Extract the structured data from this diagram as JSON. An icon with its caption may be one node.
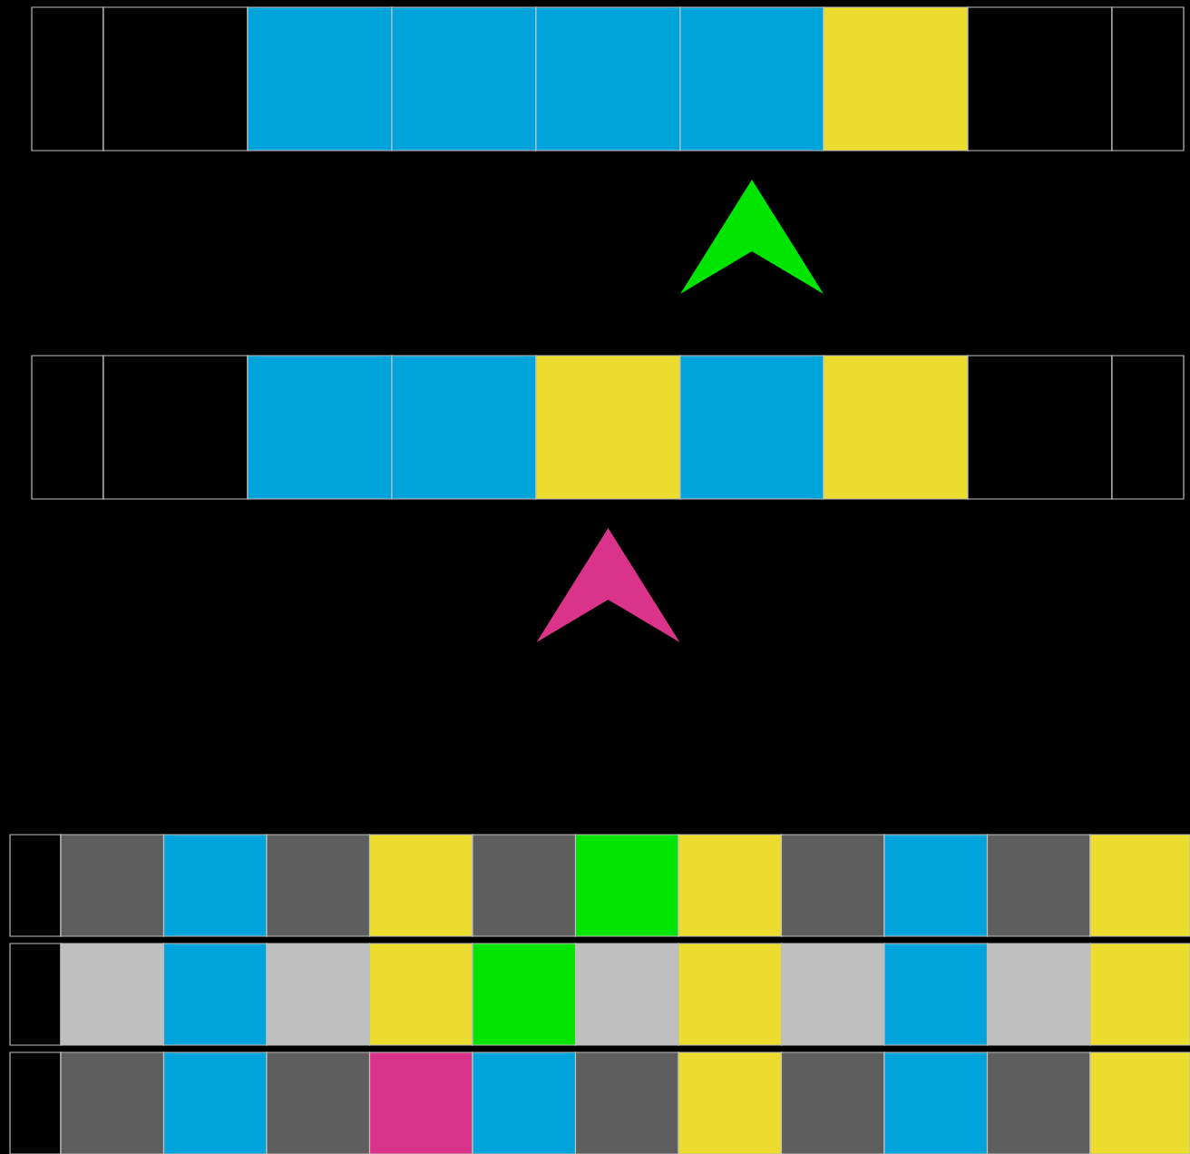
{
  "diagram": {
    "nodes": [
      {
        "text": [],
        "shape": "box"
      },
      {
        "text": [],
        "shape": "box"
      },
      {
        "text": [],
        "shape": "box"
      },
      {
        "text": [],
        "shape": "box"
      },
      {
        "text": [],
        "shape": "box"
      },
      {
        "text": [],
        "shape": "box"
      },
      {
        "text": [],
        "shape": "box"
      },
      {
        "text": [],
        "shape": "box"
      },
      {
        "text": [],
        "shape": "box"
      },
      {
        "text": [],
        "shape": "box"
      },
      {
        "text": [],
        "shape": "box"
      },
      {
        "text": [],
        "shape": "box"
      },
      {
        "text": [],
        "shape": "box"
      },
      {
        "text": [],
        "shape": "box"
      },
      {
        "text": [],
        "shape": "box"
      },
      {
        "text": [],
        "shape": "box"
      },
      {
        "text": [],
        "shape": "box"
      },
      {
        "text": [],
        "shape": "box"
      },
      {
        "text": [],
        "shape": "box"
      },
      {
        "text": [],
        "shape": "box"
      },
      {
        "text": [],
        "shape": "box"
      },
      {
        "text": [],
        "shape": "box"
      },
      {
        "text": [],
        "shape": "box"
      },
      {
        "text": [],
        "shape": "box"
      },
      {
        "text": [],
        "shape": "box"
      },
      {
        "text": [],
        "shape": "box"
      },
      {
        "text": [],
        "shape": "box"
      },
      {
        "text": [],
        "shape": "box"
      },
      {
        "text": [],
        "shape": "box"
      },
      {
        "text": [],
        "shape": "box"
      },
      {
        "text": [],
        "shape": "box"
      },
      {
        "text": [],
        "shape": "box"
      },
      {
        "text": [],
        "shape": "box"
      },
      {
        "text": [],
        "shape": "box"
      },
      {
        "text": [],
        "shape": "box"
      },
      {
        "text": [],
        "shape": "box"
      },
      {
        "text": [],
        "shape": "box"
      },
      {
        "text": [],
        "shape": "box"
      },
      {
        "text": [],
        "shape": "box"
      },
      {
        "text": [],
        "shape": "box"
      },
      {
        "text": [],
        "shape": "box"
      },
      {
        "text": [],
        "shape": "box"
      },
      {
        "text": [],
        "shape": "box"
      },
      {
        "text": [],
        "shape": "box"
      },
      {
        "text": [],
        "shape": "box"
      },
      {
        "text": [],
        "shape": "box"
      },
      {
        "text": [],
        "shape": "box"
      },
      {
        "text": [],
        "shape": "box"
      },
      {
        "text": [],
        "shape": "box"
      },
      {
        "text": [],
        "shape": "box"
      },
      {
        "text": [],
        "shape": "box"
      },
      {
        "text": [],
        "shape": "box"
      },
      {
        "text": [],
        "shape": "box"
      },
      {
        "text": [],
        "shape": "box"
      }
    ],
    "edges": [
      {
        "from": null,
        "to": 5,
        "arrow": "to",
        "color": "#00e400"
      },
      {
        "from": null,
        "to": 13,
        "arrow": "to",
        "color": "#d9348a"
      }
    ]
  }
}
